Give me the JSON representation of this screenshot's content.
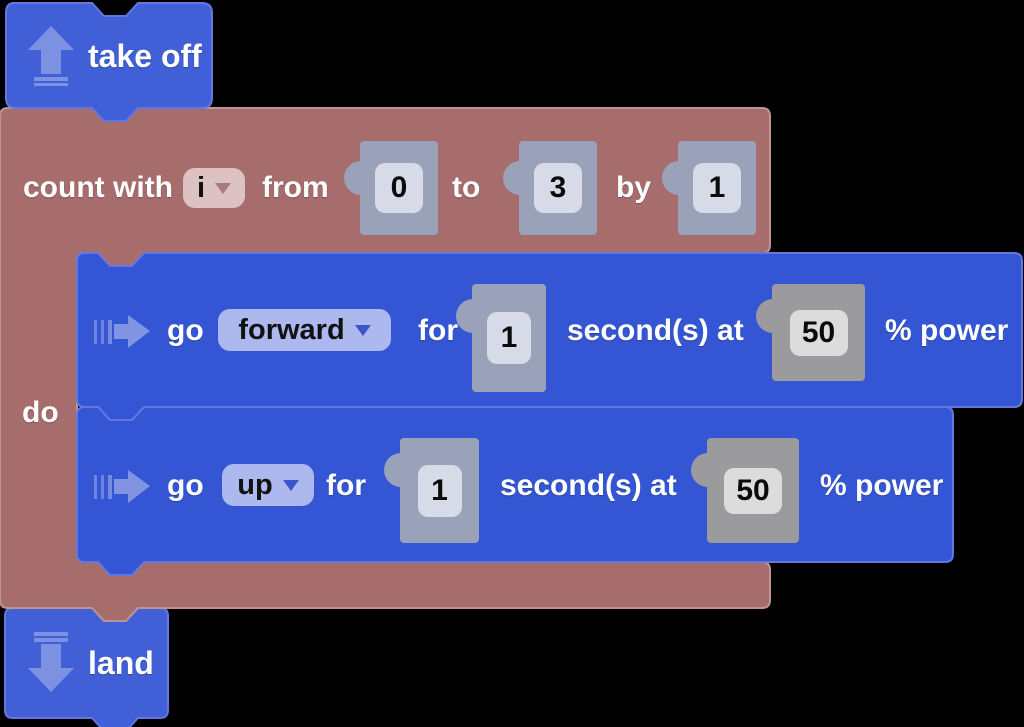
{
  "workspace": {
    "blocks": {
      "takeoff": {
        "label": "take off"
      },
      "loop": {
        "count_with_label": "count with",
        "variable": "i",
        "from_label": "from",
        "from_value": "0",
        "to_label": "to",
        "to_value": "3",
        "by_label": "by",
        "by_value": "1",
        "do_label": "do"
      },
      "go_forward": {
        "go_label": "go",
        "direction": "forward",
        "for_label": "for",
        "duration": "1",
        "seconds_label": "second(s) at",
        "power": "50",
        "power_label": "% power"
      },
      "go_up": {
        "go_label": "go",
        "direction": "up",
        "for_label": "for",
        "duration": "1",
        "seconds_label": "second(s) at",
        "power": "50",
        "power_label": "% power"
      },
      "land": {
        "label": "land"
      }
    },
    "icons": {
      "takeoff": "up-arrow-launch-icon",
      "land": "down-arrow-land-icon",
      "go": "move-arrow-icon",
      "dropdown": "caret-down-icon"
    },
    "colors": {
      "background": "#000000",
      "flight_block_blue": "#4160d8",
      "move_block_blue": "#3556d4",
      "blue_border": "#6377de",
      "loop_block_red": "#a76c6c",
      "loop_border": "#bb9595",
      "shadow_blue_gray": "#9aa2ba",
      "shadow_gray": "#9b9b9d",
      "field_light": "#d7dbe7",
      "dropdown_pink": "#dcc2c2",
      "dropdown_periwinkle": "#adb9ee"
    }
  }
}
